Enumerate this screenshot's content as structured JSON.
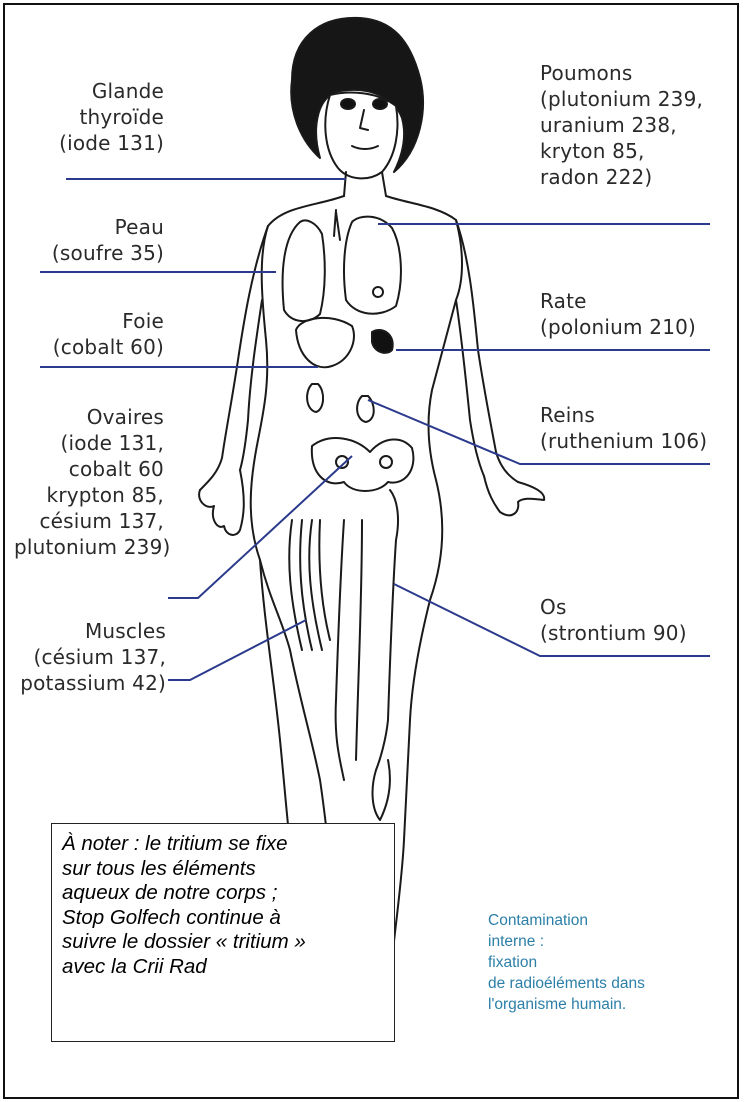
{
  "labels_left": [
    {
      "id": "thyroide",
      "lines": [
        "Glande",
        "thyroïde",
        "(iode 131)"
      ]
    },
    {
      "id": "peau",
      "lines": [
        "Peau",
        "(soufre 35)"
      ]
    },
    {
      "id": "foie",
      "lines": [
        "Foie",
        "(cobalt 60)"
      ]
    },
    {
      "id": "ovaires",
      "lines": [
        "Ovaires",
        "(iode 131,",
        "cobalt 60",
        "krypton 85,",
        "césium 137,",
        "plutonium 239)"
      ]
    },
    {
      "id": "muscles",
      "lines": [
        "Muscles",
        "(césium 137,",
        "potassium 42)"
      ]
    }
  ],
  "labels_right": [
    {
      "id": "poumons",
      "lines": [
        "Poumons",
        "(plutonium 239,",
        "uranium 238,",
        "kryton 85,",
        "radon 222)"
      ]
    },
    {
      "id": "rate",
      "lines": [
        "Rate",
        "(polonium 210)"
      ]
    },
    {
      "id": "reins",
      "lines": [
        "Reins",
        "(ruthenium 106)"
      ]
    },
    {
      "id": "os",
      "lines": [
        "Os",
        "(strontium 90)"
      ]
    }
  ],
  "note": {
    "lines": [
      "À noter : le tritium se fixe",
      "sur tous les éléments",
      "aqueux de notre corps ;",
      "Stop Golfech continue à",
      "suivre le dossier « tritium »",
      "avec la Crii Rad"
    ]
  },
  "caption": {
    "lines": [
      "Contamination",
      "interne :",
      "fixation",
      "de radioéléments dans",
      "l'organisme humain."
    ]
  },
  "colors": {
    "pointer_line": "#2b3a8c",
    "caption_text": "#2c7fa8",
    "drawing_ink": "#1a1a1a"
  }
}
